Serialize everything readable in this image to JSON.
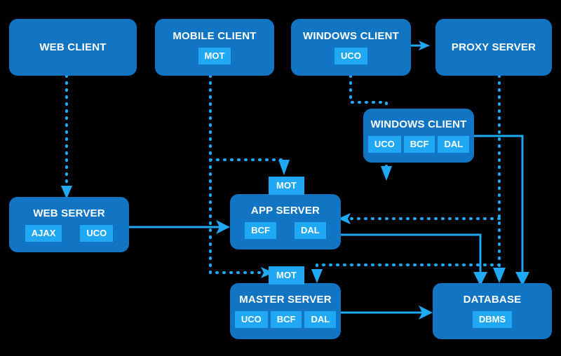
{
  "diagram": {
    "title": "Multi-tier client/server application architecture",
    "background_color": "#000000",
    "node_color": "#1175c4",
    "tag_color": "#20a8f5",
    "line_color": "#20a8f5",
    "text_color": "#ffffff"
  },
  "nodes": [
    {
      "id": "web-client",
      "label": "WEB CLIENT",
      "tags": [],
      "tab_tag": null
    },
    {
      "id": "mobile-client",
      "label": "MOBILE CLIENT",
      "tags": [
        "MOT"
      ],
      "tab_tag": null
    },
    {
      "id": "windows-client-top",
      "label": "WINDOWS CLIENT",
      "tags": [
        "UCO"
      ],
      "tab_tag": null
    },
    {
      "id": "proxy-server",
      "label": "PROXY SERVER",
      "tags": [],
      "tab_tag": null
    },
    {
      "id": "windows-client-mid",
      "label": "WINDOWS CLIENT",
      "tags": [
        "UCO",
        "BCF",
        "DAL"
      ],
      "tab_tag": null
    },
    {
      "id": "web-server",
      "label": "WEB SERVER",
      "tags": [
        "AJAX",
        "UCO"
      ],
      "tab_tag": null
    },
    {
      "id": "app-server",
      "label": "APP SERVER",
      "tags": [
        "BCF",
        "DAL"
      ],
      "tab_tag": "MOT"
    },
    {
      "id": "master-server",
      "label": "MASTER SERVER",
      "tags": [
        "UCO",
        "BCF",
        "DAL"
      ],
      "tab_tag": "MOT"
    },
    {
      "id": "database",
      "label": "DATABASE",
      "tags": [
        "DBMS"
      ],
      "tab_tag": null
    }
  ],
  "connections": [
    {
      "id": "web-client-to-web-server",
      "from": "web-client",
      "to": "web-server",
      "style": "dotted"
    },
    {
      "id": "windows-client-top-to-proxy-server",
      "from": "windows-client-top",
      "to": "proxy-server",
      "style": "solid"
    },
    {
      "id": "mobile-client-to-app-server",
      "from": "mobile-client",
      "to": "app-server",
      "style": "dotted"
    },
    {
      "id": "mobile-client-to-master-server",
      "from": "mobile-client",
      "to": "master-server",
      "style": "dotted"
    },
    {
      "id": "windows-client-top-to-app-server",
      "from": "windows-client-top",
      "to": "app-server",
      "style": "dotted"
    },
    {
      "id": "proxy-server-to-app-server",
      "from": "proxy-server",
      "to": "app-server",
      "style": "dotted"
    },
    {
      "id": "proxy-server-to-master-server",
      "from": "proxy-server",
      "to": "master-server",
      "style": "dotted"
    },
    {
      "id": "proxy-server-to-database",
      "from": "proxy-server",
      "to": "database",
      "style": "dotted"
    },
    {
      "id": "web-server-to-app-server",
      "from": "web-server",
      "to": "app-server",
      "style": "solid"
    },
    {
      "id": "app-server-to-database",
      "from": "app-server",
      "to": "database",
      "style": "solid"
    },
    {
      "id": "master-server-to-database",
      "from": "master-server",
      "to": "database",
      "style": "solid"
    },
    {
      "id": "windows-client-mid-to-database",
      "from": "windows-client-mid",
      "to": "database",
      "style": "solid"
    }
  ]
}
